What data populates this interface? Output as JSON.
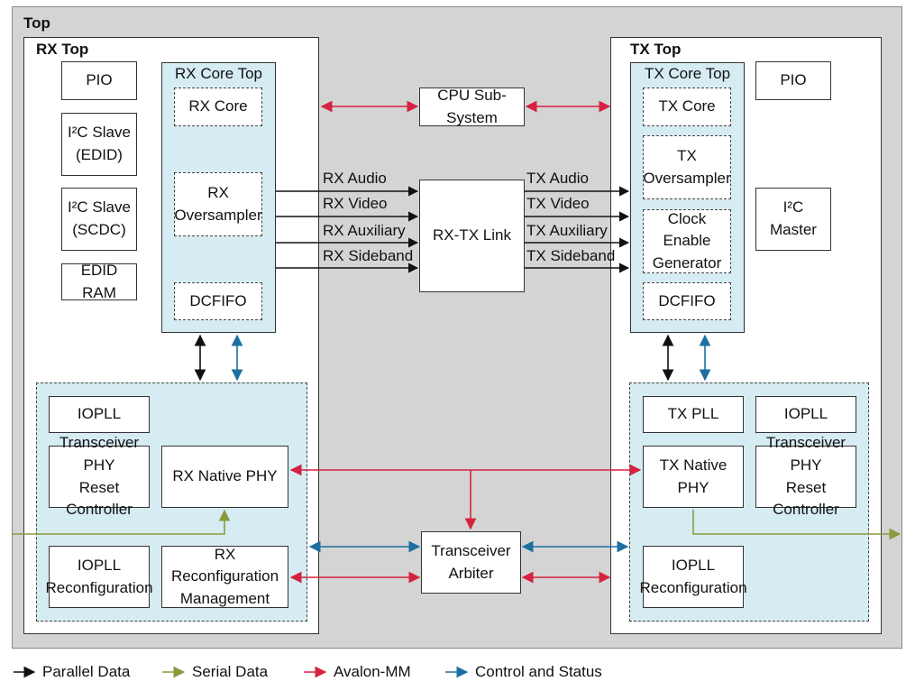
{
  "top_label": "Top",
  "rx_top": {
    "title": "RX Top",
    "pio": "PIO",
    "i2c_slave_edid": [
      "I²C Slave",
      "(EDID)"
    ],
    "i2c_slave_scdc": [
      "I²C Slave",
      "(SCDC)"
    ],
    "edid_ram": "EDID RAM",
    "core_top": {
      "title": "RX Core Top",
      "core": "RX Core",
      "oversampler": [
        "RX",
        "Oversampler"
      ],
      "dcfifo": "DCFIFO"
    },
    "phy": {
      "iopll": "IOPLL",
      "reset_controller": [
        "Transceiver PHY",
        "Reset Controller"
      ],
      "native_phy": "RX Native PHY",
      "iopll_reconfig": [
        "IOPLL",
        "Reconfiguration"
      ],
      "reconfig_mgmt": [
        "RX Reconfiguration",
        "Management"
      ]
    }
  },
  "tx_top": {
    "title": "TX Top",
    "pio": "PIO",
    "i2c_master": [
      "I²C",
      "Master"
    ],
    "core_top": {
      "title": "TX Core Top",
      "core": "TX Core",
      "oversampler": [
        "TX",
        "Oversampler"
      ],
      "clock_enable": [
        "Clock Enable",
        "Generator"
      ],
      "dcfifo": "DCFIFO"
    },
    "phy": {
      "tx_pll": "TX PLL",
      "iopll": "IOPLL",
      "native_phy": "TX Native PHY",
      "reset_controller": [
        "Transceiver PHY",
        "Reset Controller"
      ],
      "iopll_reconfig": [
        "IOPLL",
        "Reconfiguration"
      ]
    }
  },
  "center": {
    "cpu": "CPU Sub-System",
    "link": "RX-TX Link",
    "arbiter": [
      "Transceiver",
      "Arbiter"
    ]
  },
  "rx_signals": [
    "RX Audio",
    "RX Video",
    "RX Auxiliary",
    "RX Sideband"
  ],
  "tx_signals": [
    "TX Audio",
    "TX Video",
    "TX Auxiliary",
    "TX Sideband"
  ],
  "legend": [
    {
      "label": "Parallel Data",
      "color": "#111111"
    },
    {
      "label": "Serial Data",
      "color": "#8a9a3b"
    },
    {
      "label": "Avalon-MM",
      "color": "#d6223f"
    },
    {
      "label": "Control and Status",
      "color": "#1d6fa0"
    }
  ]
}
